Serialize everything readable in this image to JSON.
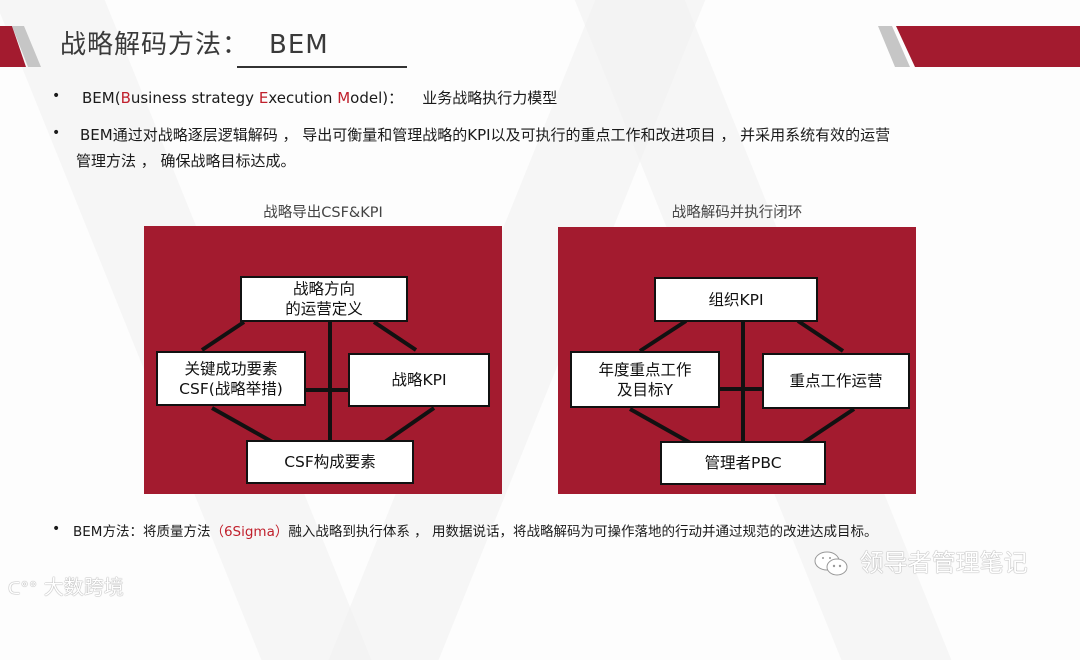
{
  "slide": {
    "title_prefix": "战略解码方法：",
    "title_main": "BEM",
    "bullets": [
      {
        "parts": [
          {
            "text": "BEM(",
            "red": false
          },
          {
            "text": "B",
            "red": true
          },
          {
            "text": "usiness strategy ",
            "red": false
          },
          {
            "text": "E",
            "red": true
          },
          {
            "text": "xecution ",
            "red": false
          },
          {
            "text": "M",
            "red": true
          },
          {
            "text": "odel)：    业务战略执行力模型",
            "red": false
          }
        ]
      },
      {
        "line1": "BEM通过对战略逐层逻辑解码 ， 导出可衡量和管理战略的KPI以及可执行的重点工作和改进项目 ， 并采用系统有效的运营",
        "line2": "管理方法 ， 确保战略目标达成。"
      },
      {
        "before": "BEM方法：将质量方法",
        "highlight": "（6Sigma）",
        "after": "融入战略到执行体系 ， 用数据说话，将战略解码为可操作落地的行动并通过规范的改进达成目标。"
      }
    ],
    "bullet_symbol": "•"
  },
  "diagrams": [
    {
      "title": "战略导出CSF&KPI",
      "top": "战略方向\n的运营定义",
      "left": "关键成功要素\nCSF(战略举措)",
      "right": "战略KPI",
      "bottom": "CSF构成要素"
    },
    {
      "title": "战略解码并执行闭环",
      "top": "组织KPI",
      "left": "年度重点工作\n及目标Y",
      "right": "重点工作运营",
      "bottom": "管理者PBC"
    }
  ],
  "watermarks": {
    "bottom_left": "大数跨境",
    "bottom_right": "领导者管理笔记"
  },
  "colors": {
    "accent_red": "#a31b2f",
    "highlight_red": "#c0202c",
    "stripe_gray": "#c6c6c6"
  }
}
